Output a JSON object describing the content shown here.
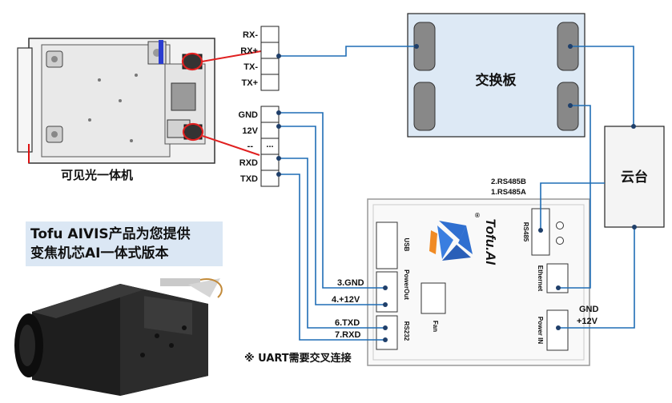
{
  "camera_caption": "可见光一体机",
  "banner": {
    "line1": "Tofu AIVIS产品为您提供",
    "line2": "变焦机芯AI一体式版本"
  },
  "uart_note": "※ UART需要交叉连接",
  "upper_pins": [
    "RX-",
    "RX+",
    "TX-",
    "TX+"
  ],
  "lower_pins": [
    "GND",
    "12V",
    "--",
    "RXD",
    "TXD"
  ],
  "lower_pin_dots": "...",
  "switch_board_label": "交换板",
  "gimbal_label": "云台",
  "rs485_labels": [
    "2.RS485B",
    "1.RS485A"
  ],
  "power_labels": [
    "GND",
    "+12V"
  ],
  "tofu_box": {
    "brand": "Tofu.AI",
    "trademark": "®",
    "port_usb": "USB",
    "port_powerout": "PowerOut",
    "port_rs232": "RS232",
    "port_fan": "Fan",
    "port_rs485": "RS485",
    "port_ethernet": "Ethernet",
    "port_powerin": "Power IN"
  },
  "wire_labels": [
    "3.GND",
    "4.+12V",
    "6.TXD",
    "7.RXD"
  ],
  "colors": {
    "wire": "#1f6db5",
    "dark_wire": "#1f3f6a",
    "highlight_red": "#e02020",
    "switch_fill": "#dde9f5",
    "banner_fill": "#dbe7f4",
    "logo_blue": "#2f6fd0",
    "logo_orange": "#f08a24"
  }
}
